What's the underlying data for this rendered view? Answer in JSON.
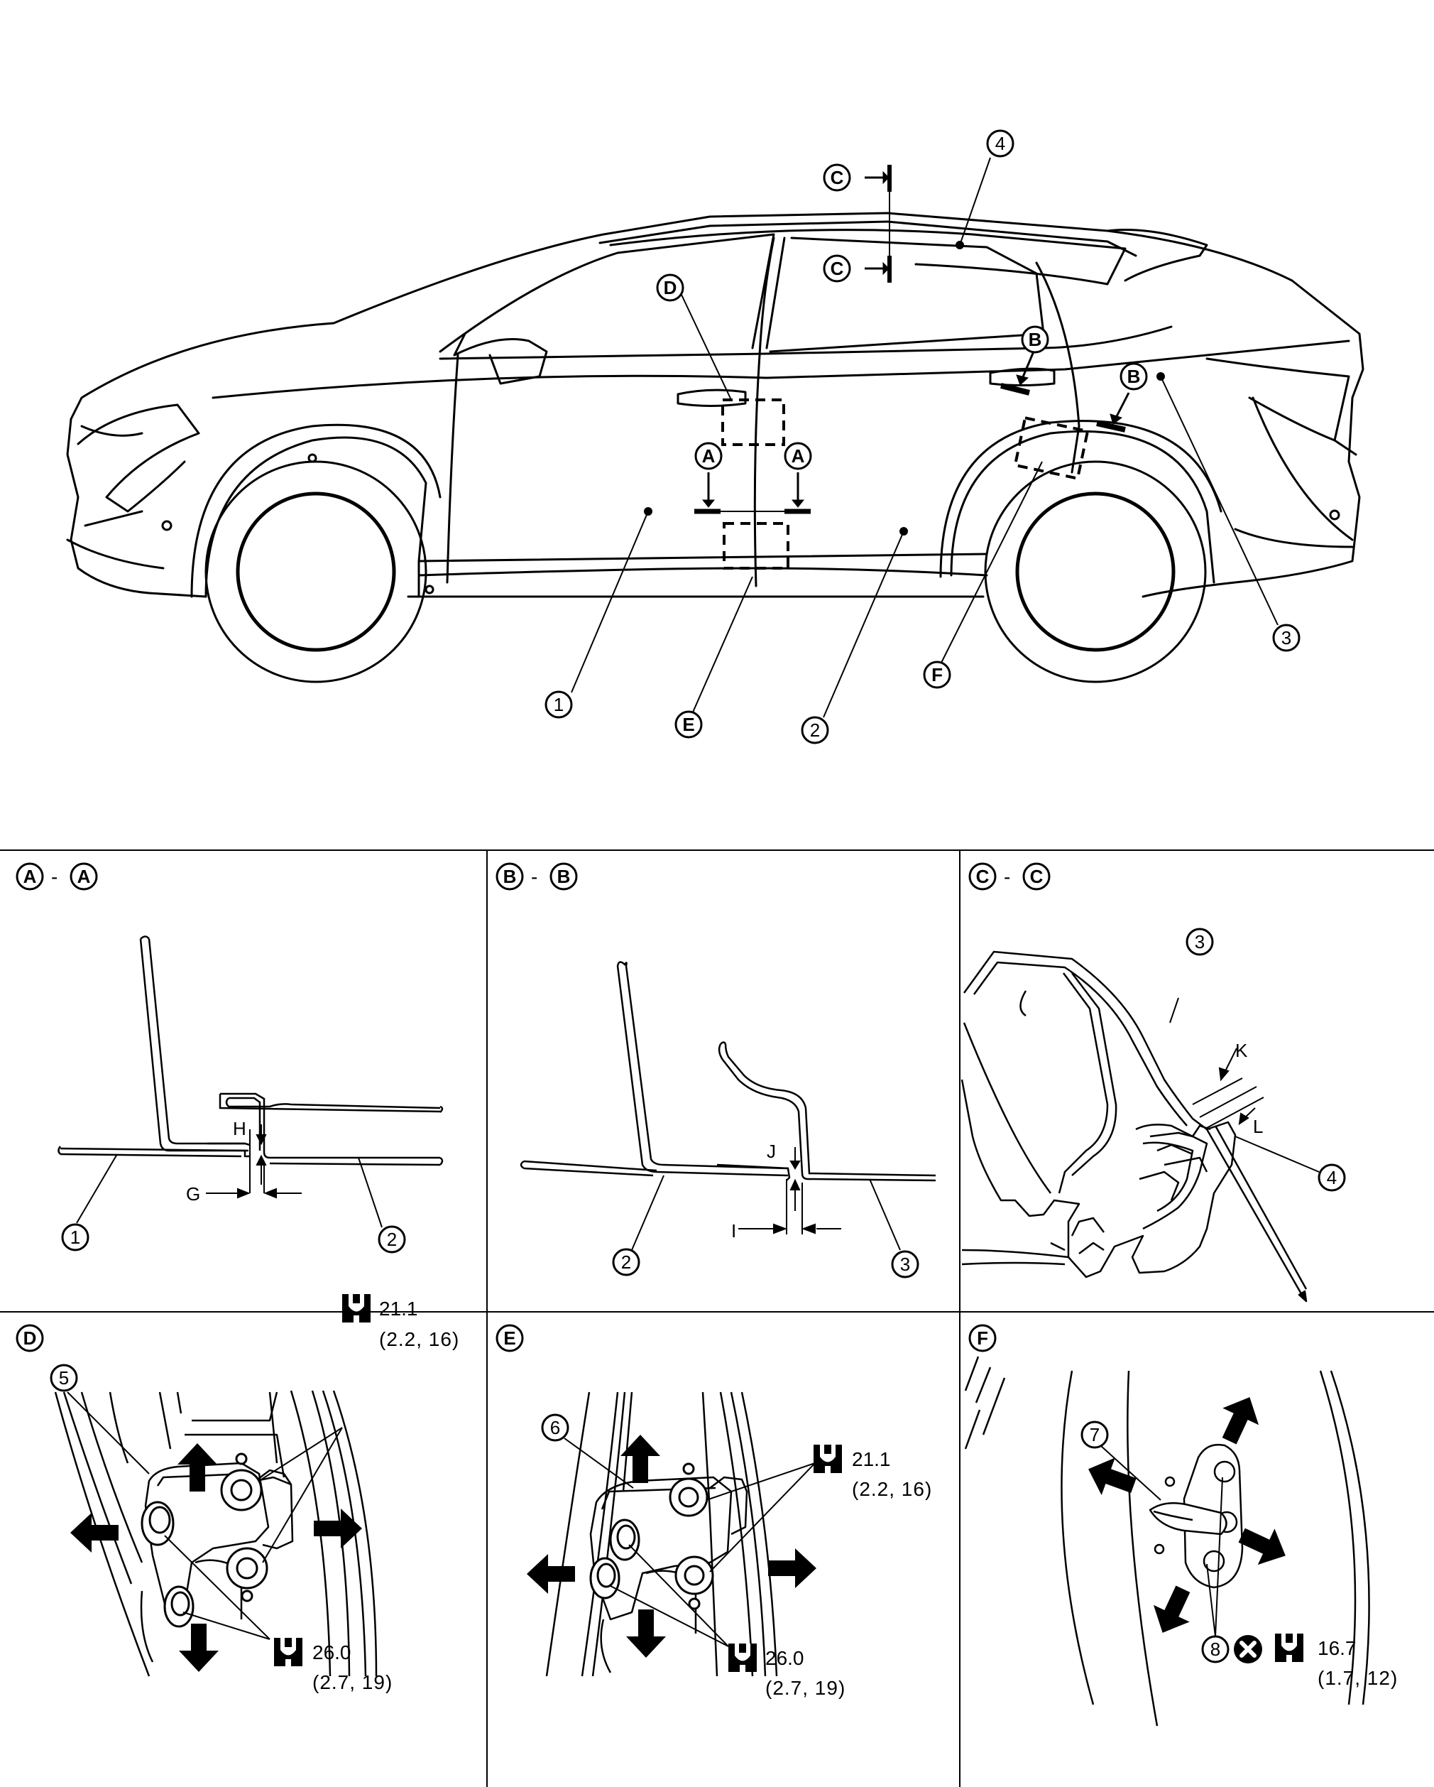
{
  "callouts": {
    "one": "1",
    "two": "2",
    "three": "3",
    "four": "4",
    "five": "5",
    "six": "6",
    "seven": "7",
    "eight": "8",
    "A": "A",
    "B": "B",
    "C": "C",
    "D": "D",
    "E": "E",
    "F": "F"
  },
  "dash": "-",
  "dims": {
    "G": "G",
    "H": "H",
    "I": "I",
    "J": "J",
    "K": "K",
    "L": "L"
  },
  "torque": {
    "t211": "21.1",
    "t211_sub": "(2.2, 16)",
    "t260": "26.0",
    "t260_sub": "(2.7, 19)",
    "t167": "16.7",
    "t167_sub": "(1.7, 12)"
  },
  "icons": [
    "torque-wrench-icon",
    "do-not-reuse-icon",
    "direction-arrow-icon"
  ],
  "colors": {
    "line": "#000000",
    "background": "#ffffff"
  }
}
